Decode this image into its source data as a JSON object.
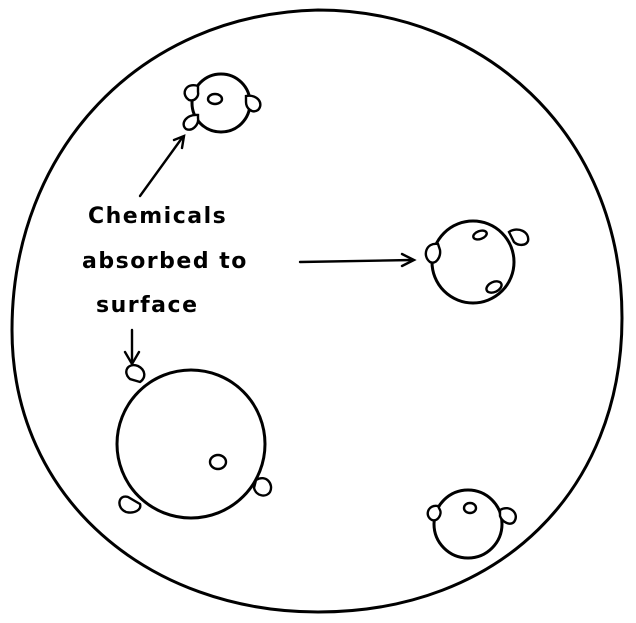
{
  "diagram": {
    "label_lines": [
      "Chemicals",
      "absorbed to",
      "surface"
    ],
    "colors": {
      "ink": "#000000",
      "paper": "#ffffff"
    }
  }
}
